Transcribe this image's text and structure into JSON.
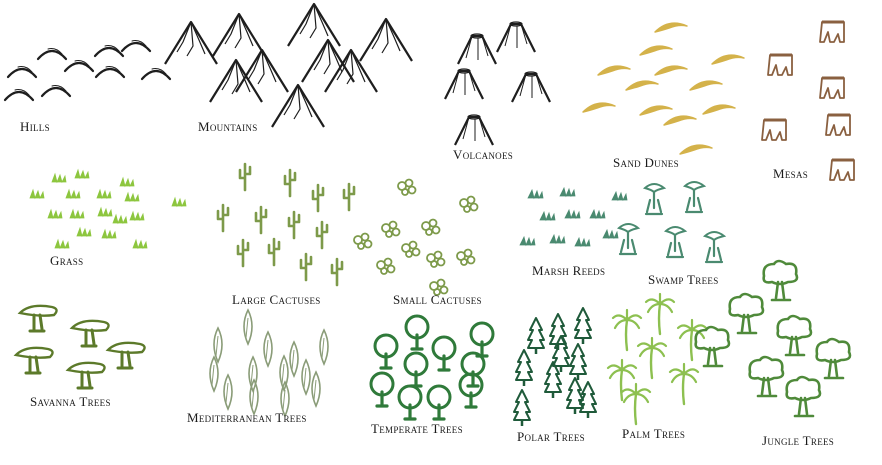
{
  "colors": {
    "ink": "#1e1e1e",
    "sand": "#d4b24a",
    "mesa": "#8a6040",
    "grass": "#8dc63f",
    "cactus": "#7d9a4a",
    "marsh": "#4a8a70",
    "savanna": "#5c7a2a",
    "mediterranean": "#8a9c78",
    "forest": "#2f7a3a",
    "polar": "#1f5a3a",
    "palm": "#8dc050",
    "jungle": "#4f8a3a"
  },
  "labels": {
    "hills": "Hills",
    "mountains": "Mountains",
    "volcanoes": "Volcanoes",
    "sand_dunes": "Sand Dunes",
    "mesas": "Mesas",
    "grass": "Grass",
    "large_cactuses": "Large Cactuses",
    "small_cactuses": "Small Cactuses",
    "marsh_reeds": "Marsh Reeds",
    "swamp_trees": "Swamp Trees",
    "savanna_trees": "Savanna Trees",
    "mediterranean_trees": "Mediterranean Trees",
    "temperate_trees": "Temperate Trees",
    "polar_trees": "Polar Trees",
    "palm_trees": "Palm Trees",
    "jungle_trees": "Jungle Trees"
  }
}
